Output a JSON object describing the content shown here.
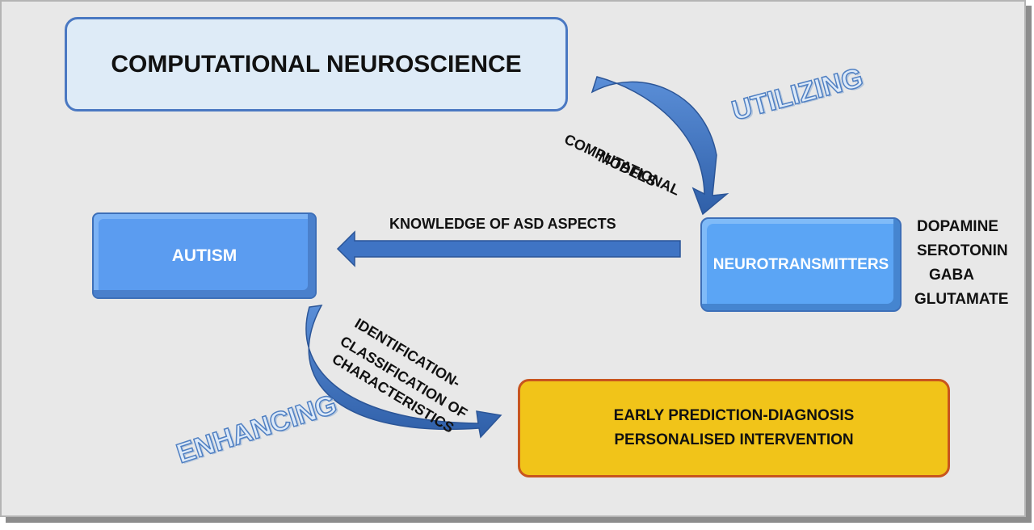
{
  "diagram": {
    "title": "COMPUTATIONAL NEUROSCIENCE",
    "nodes": {
      "autism": "AUTISM",
      "neurotransmitters": "NEUROTRANSMITTERS",
      "outcome_line1": "EARLY PREDICTION-DIAGNOSIS",
      "outcome_line2": "PERSONALISED INTERVENTION"
    },
    "neurotransmitter_list": [
      "DOPAMINE",
      "SEROTONIN",
      "GABA",
      "GLUTAMATE"
    ],
    "edge_labels": {
      "models_line1": "COMPUTATIONAL",
      "models_line2": "MODELS",
      "knowledge": "KNOWLEDGE OF ASD ASPECTS",
      "identification_line1": "IDENTIFICATION-",
      "identification_line2": "CLASSIFICATION OF",
      "identification_line3": "CHARACTERISTICS"
    },
    "wordart": {
      "utilizing": "UTILIZING",
      "enhancing": "ENHANCING"
    },
    "colors": {
      "arrow_fill": "#3f74c4",
      "node_blue": "#5b9cf0",
      "outcome_fill": "#f1c419",
      "outcome_border": "#c8551e",
      "title_fill": "#deebf7"
    }
  }
}
